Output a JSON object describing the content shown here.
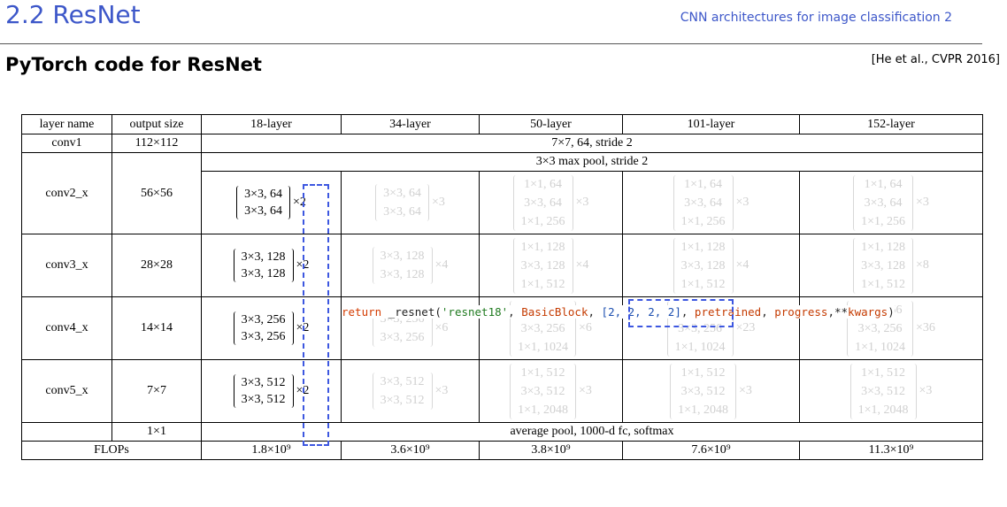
{
  "slide": {
    "title": "2.2 ResNet",
    "subtitle": "CNN architectures for image classification 2",
    "section": "PyTorch code for ResNet",
    "citation": "[He et al., CVPR 2016]"
  },
  "table": {
    "headers": [
      "layer name",
      "output size",
      "18-layer",
      "34-layer",
      "50-layer",
      "101-layer",
      "152-layer"
    ],
    "conv1": {
      "name": "conv1",
      "size": "112×112",
      "spec": "7×7, 64, stride 2"
    },
    "maxpool": "3×3 max pool, stride 2",
    "rows": [
      {
        "name": "conv2_x",
        "size": "56×56",
        "l18": {
          "lines": [
            "3×3, 64",
            "3×3, 64"
          ],
          "rep": "×2"
        },
        "l34": {
          "lines": [
            "3×3, 64",
            "3×3, 64"
          ],
          "rep": "×3"
        },
        "l50": {
          "lines": [
            "1×1, 64",
            "3×3, 64",
            "1×1, 256"
          ],
          "rep": "×3"
        },
        "l101": {
          "lines": [
            "1×1, 64",
            "3×3, 64",
            "1×1, 256"
          ],
          "rep": "×3"
        },
        "l152": {
          "lines": [
            "1×1, 64",
            "3×3, 64",
            "1×1, 256"
          ],
          "rep": "×3"
        }
      },
      {
        "name": "conv3_x",
        "size": "28×28",
        "l18": {
          "lines": [
            "3×3, 128",
            "3×3, 128"
          ],
          "rep": "×2"
        },
        "l34": {
          "lines": [
            "3×3, 128",
            "3×3, 128"
          ],
          "rep": "×4"
        },
        "l50": {
          "lines": [
            "1×1, 128",
            "3×3, 128",
            "1×1, 512"
          ],
          "rep": "×4"
        },
        "l101": {
          "lines": [
            "1×1, 128",
            "3×3, 128",
            "1×1, 512"
          ],
          "rep": "×4"
        },
        "l152": {
          "lines": [
            "1×1, 128",
            "3×3, 128",
            "1×1, 512"
          ],
          "rep": "×8"
        }
      },
      {
        "name": "conv4_x",
        "size": "14×14",
        "l18": {
          "lines": [
            "3×3, 256",
            "3×3, 256"
          ],
          "rep": "×2"
        },
        "l34": {
          "lines": [
            "3×3, 256",
            "3×3, 256"
          ],
          "rep": "×6"
        },
        "l50": {
          "lines": [
            "1×1, 256",
            "3×3, 256",
            "1×1, 1024"
          ],
          "rep": "×6"
        },
        "l101": {
          "lines": [
            "1×1, 256",
            "3×3, 256",
            "1×1, 1024"
          ],
          "rep": "×23"
        },
        "l152": {
          "lines": [
            "1×1, 256",
            "3×3, 256",
            "1×1, 1024"
          ],
          "rep": "×36"
        }
      },
      {
        "name": "conv5_x",
        "size": "7×7",
        "l18": {
          "lines": [
            "3×3, 512",
            "3×3, 512"
          ],
          "rep": "×2"
        },
        "l34": {
          "lines": [
            "3×3, 512",
            "3×3, 512"
          ],
          "rep": "×3"
        },
        "l50": {
          "lines": [
            "1×1, 512",
            "3×3, 512",
            "1×1, 2048"
          ],
          "rep": "×3"
        },
        "l101": {
          "lines": [
            "1×1, 512",
            "3×3, 512",
            "1×1, 2048"
          ],
          "rep": "×3"
        },
        "l152": {
          "lines": [
            "1×1, 512",
            "3×3, 512",
            "1×1, 2048"
          ],
          "rep": "×3"
        }
      }
    ],
    "avgpool": {
      "size": "1×1",
      "spec": "average pool, 1000-d fc, softmax"
    },
    "flops": {
      "label": "FLOPs",
      "values": [
        "1.8×10⁹",
        "3.6×10⁹",
        "3.8×10⁹",
        "7.6×10⁹",
        "11.3×10⁹"
      ]
    }
  },
  "code": {
    "kw": "return",
    "fn": " _resnet(",
    "str": "'resnet18'",
    "sep1": ", ",
    "arg1": "BasicBlock",
    "sep2": ", ",
    "list": "[2, 2, 2, 2]",
    "sep3": ", ",
    "arg2": "pretrained",
    "sep4": ", ",
    "arg3": "progress",
    "sep5": ",**",
    "arg4": "kwargs",
    "close": ")"
  },
  "colors": {
    "accent": "#3d57c9",
    "highlight": "#3d57e0",
    "faded": "#d0d0d0"
  }
}
